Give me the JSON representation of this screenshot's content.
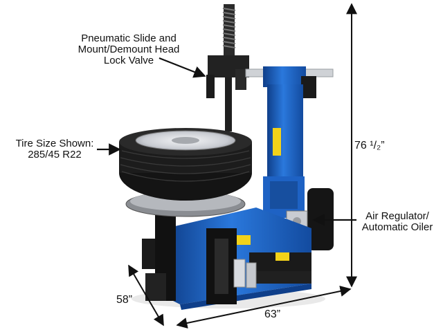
{
  "callouts": {
    "valve": {
      "line1": "Pneumatic Slide and",
      "line2": "Mount/Demount Head",
      "line3": "Lock Valve"
    },
    "tire": {
      "line1": "Tire Size Shown:",
      "line2": "285/45 R22"
    },
    "air": {
      "line1": "Air Regulator/",
      "line2": "Automatic Oiler"
    }
  },
  "dimensions": {
    "height": "76 ¹/₂”",
    "depth": "58”",
    "width": "63”"
  },
  "colors": {
    "machine_blue": "#1e62c4",
    "machine_blue_dark": "#0f3f8a",
    "tire_black": "#1a1a1a",
    "rim_silver": "#d8dbe0",
    "accent_yellow": "#f2d21a",
    "arrow": "#111111"
  }
}
